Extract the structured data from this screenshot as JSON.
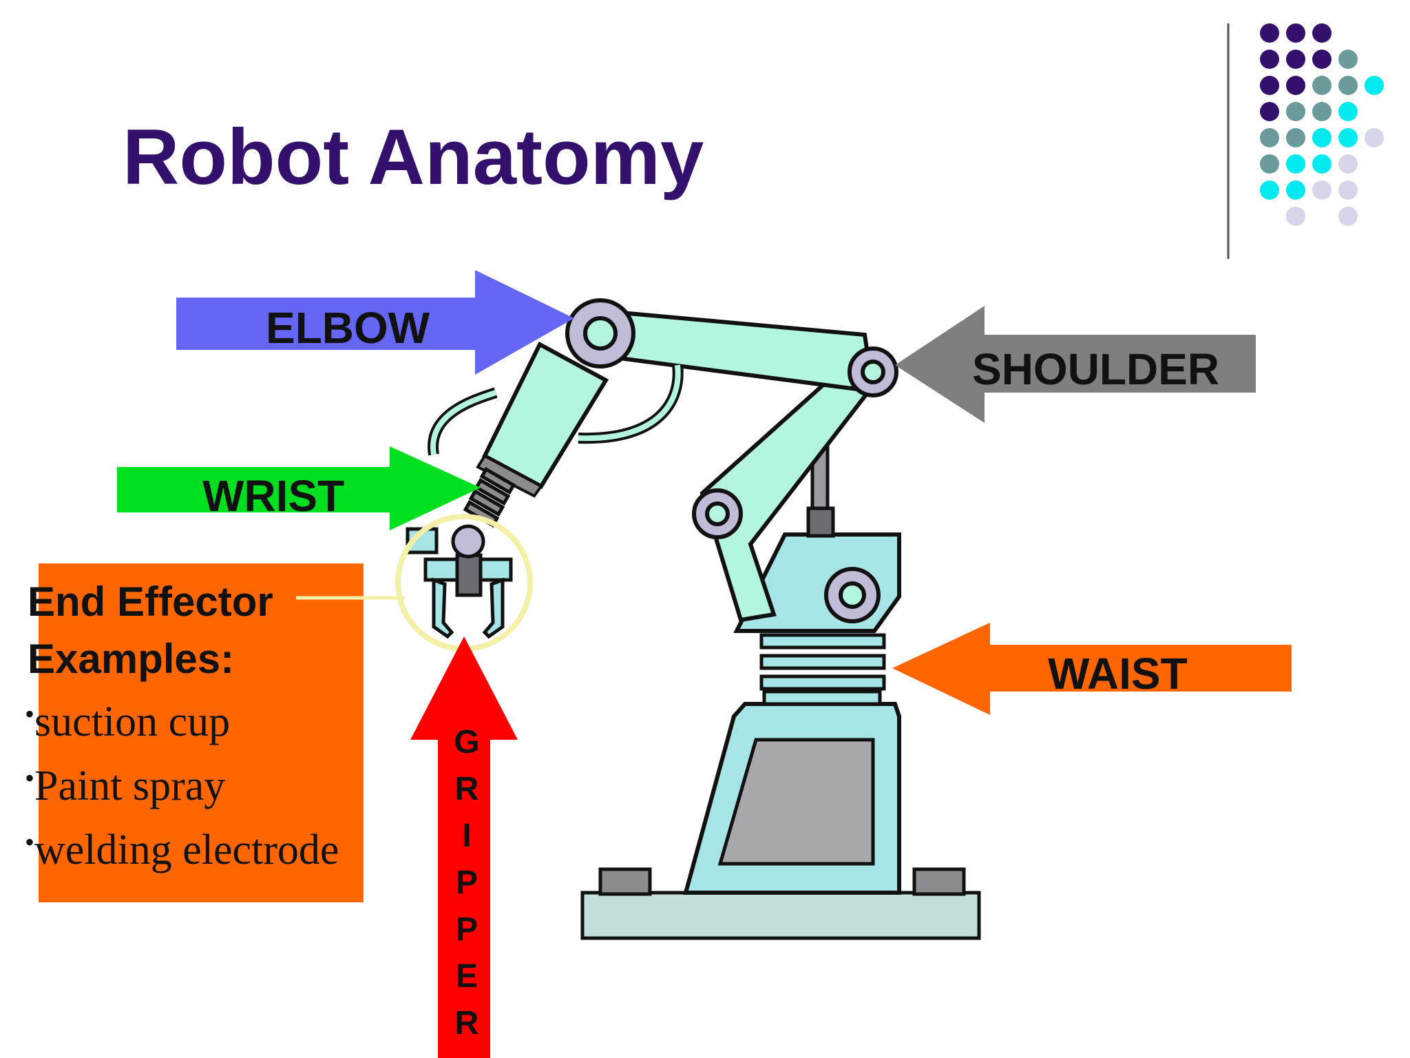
{
  "slide": {
    "title": "Robot Anatomy",
    "title_color": "#33106b"
  },
  "labels": {
    "elbow": "ELBOW",
    "shoulder": "SHOULDER",
    "wrist": "WRIST",
    "waist": "WAIST",
    "gripper_letters": [
      "G",
      "R",
      "I",
      "P",
      "P",
      "E",
      "R"
    ]
  },
  "end_effector": {
    "heading_line1": "End Effector",
    "heading_line2": "Examples:",
    "bullet": "•",
    "items": [
      "suction cup",
      "Paint spray",
      "welding electrode"
    ]
  },
  "colors": {
    "elbow_arrow": "#6666f5",
    "shoulder_arrow": "#7f7f80",
    "wrist_arrow": "#00e020",
    "waist_arrow": "#ff6600",
    "gripper_arrow": "#ff0000",
    "effector_box": "#ff6600",
    "dot_purple": "#33106b",
    "dot_teal": "#6a9a9a",
    "dot_cyan": "#00eaf0",
    "dot_lavender": "#d6d6ea",
    "robot_arm": "#b4f5e0",
    "robot_base": "#a6e4e6",
    "robot_joint": "#c0bcd8",
    "robot_screen": "#a8a8ac",
    "focus_ring": "#f4f0a8"
  },
  "icons": {
    "decor": "dot-grid-icon",
    "robot": "robot-arm-icon"
  }
}
